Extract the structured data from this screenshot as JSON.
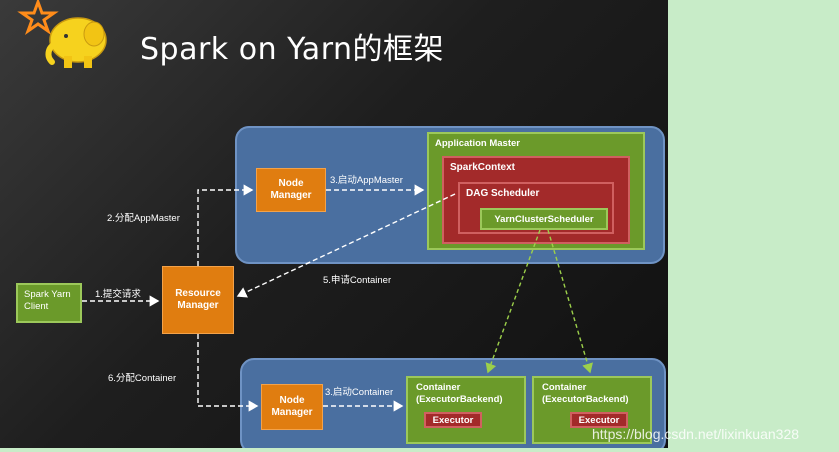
{
  "title": "Spark on Yarn的框架",
  "nodes": {
    "client": "Spark Yarn\nClient",
    "resource_manager": "Resource\nManager",
    "node_manager_top": "Node\nManager",
    "node_manager_bottom": "Node\nManager",
    "application_master": "Application Master",
    "spark_context": "SparkContext",
    "dag_scheduler": "DAG Scheduler",
    "yarn_cluster_scheduler": "YarnClusterScheduler",
    "container_1": "Container\n(ExecutorBackend)",
    "container_2": "Container\n(ExecutorBackend)",
    "executor_1": "Executor",
    "executor_2": "Executor"
  },
  "edges": {
    "submit": "1.提交请求",
    "alloc_appmaster": "2.分配AppMaster",
    "start_appmaster": "3.启动AppMaster",
    "request_container": "5.申请Container",
    "alloc_container": "6.分配Container",
    "start_container": "3.启动Container"
  },
  "watermark": "https://blog.csdn.net/lixinkuan328",
  "colors": {
    "background": "#1e1e1e",
    "blue_region": "#4a6fa0",
    "orange": "#e07d10",
    "green": "#6b9a2a",
    "red": "#a32a2a",
    "arrow_white": "#ffffff",
    "arrow_green": "#9cd04a"
  },
  "logo": "hadoop-elephant-logo"
}
